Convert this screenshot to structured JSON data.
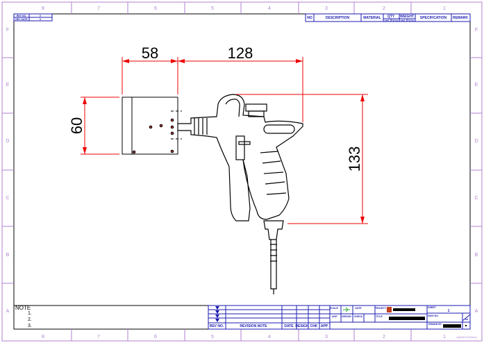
{
  "frame": {
    "columns": [
      "8",
      "7",
      "6",
      "5",
      "4",
      "3",
      "2",
      "1"
    ],
    "rows": [
      "F",
      "E",
      "D",
      "C",
      "B",
      "A"
    ]
  },
  "top_left_table": {
    "rows": [
      [
        "REV NO.",
        "0"
      ],
      [
        "REV DATE",
        "0"
      ]
    ]
  },
  "bom_header": [
    "NO",
    "DESCRIPTION",
    "MATERIAL",
    "QTY",
    "WEIGHT",
    "SPECIFICATION",
    "REMARK"
  ],
  "bom_subheader": [
    "UNIT",
    "TOTAL",
    "UNIT",
    "TOTAL"
  ],
  "dimensions": {
    "box_width": "58",
    "gun_length": "128",
    "box_height": "60",
    "gun_height": "133"
  },
  "notes": {
    "title": "NOTE",
    "items": [
      "1.",
      "2.",
      "3."
    ]
  },
  "revision_table": {
    "headers": [
      "REV NO.",
      "REVISION NOTE",
      "DATE",
      "DESIGN",
      "CHK",
      "APP"
    ]
  },
  "title_block": {
    "scale_label": "SCALE",
    "unit_label": "UNIT",
    "design_label": "DESIGN",
    "check_label": "CHECK",
    "date_label": "DATE",
    "title_label": "TITLE",
    "dwg_no_label": "DWG NO.",
    "sheet_label": "SHEET",
    "sheet_value": "1",
    "size": "A4",
    "project_label": "PROJECT",
    "drawn_by_label": "DRAWN BY",
    "paper": "A4(297x210mm)"
  },
  "colors": {
    "frame": "#b07fd0",
    "table": "#1a1ab0",
    "dimension": "#e00000",
    "logo": "#c04020"
  }
}
